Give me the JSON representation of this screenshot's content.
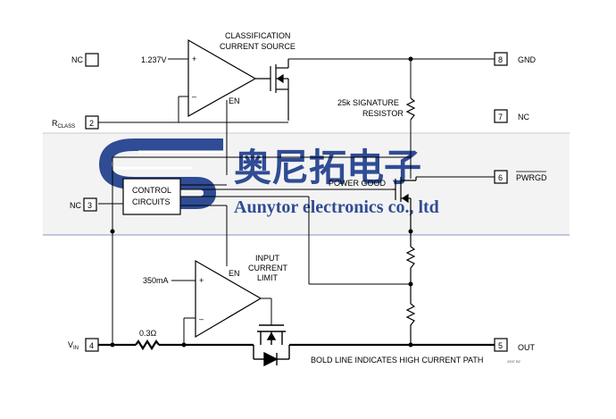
{
  "diagram": {
    "pins": {
      "nc_top": "NC",
      "rclass_main": "R",
      "rclass_sub": "CLASS",
      "rclass_num": "2",
      "nc_mid": "NC",
      "nc_mid_num": "3",
      "vin_main": "V",
      "vin_sub": "IN",
      "vin_num": "4",
      "gnd_num": "8",
      "gnd": "GND",
      "nc_right_num": "7",
      "nc_right": "NC",
      "pwrgd_num": "6",
      "pwrgd": "PWRGD",
      "out_num": "5",
      "out": "OUT"
    },
    "labels": {
      "v1237": "1.237V",
      "classification_1": "CLASSIFICATION",
      "classification_2": "CURRENT SOURCE",
      "en_top": "EN",
      "signature_1": "25k SIGNATURE",
      "signature_2": "RESISTOR",
      "power_good": "POWER GOOD",
      "control_1": "CONTROL",
      "control_2": "CIRCUITS",
      "input_limit_1": "INPUT",
      "input_limit_2": "CURRENT",
      "input_limit_3": "LIMIT",
      "en_bottom": "EN",
      "ma350": "350mA",
      "ohm": "0.3Ω",
      "bold_note": "BOLD LINE INDICATES HIGH CURRENT PATH",
      "plus": "+",
      "minus": "–",
      "figure_code": "4337 B2"
    },
    "watermark": {
      "chinese": "奥尼拓电子",
      "english": "Aunytor electronics co., ltd"
    }
  }
}
